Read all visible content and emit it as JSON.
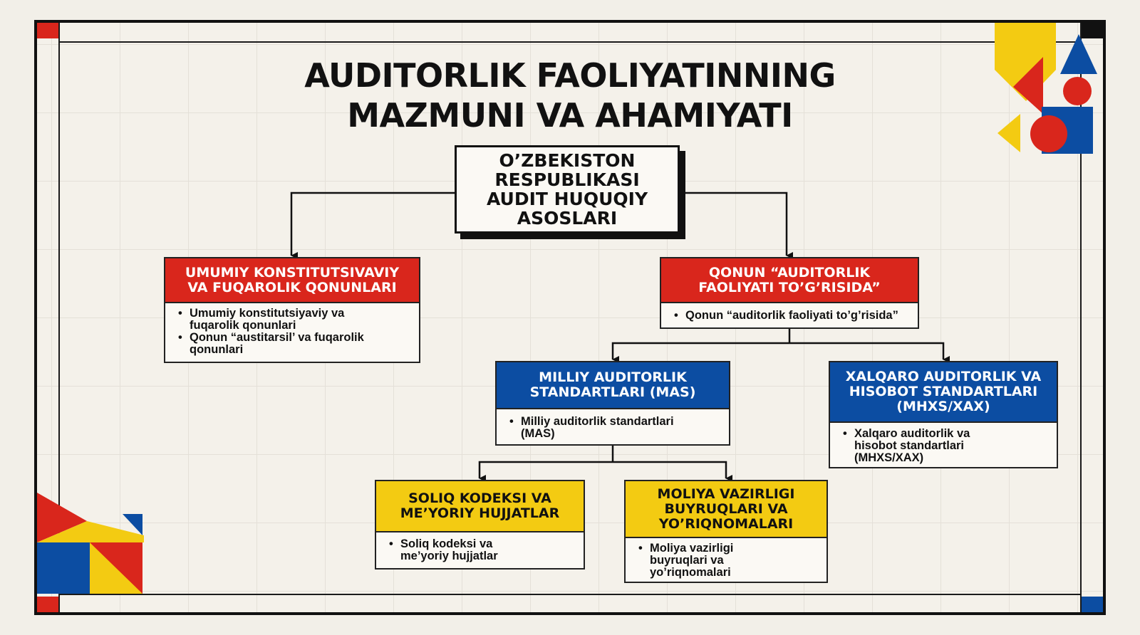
{
  "title": {
    "line1": "AUDITORLIK FAOLIYATINNING",
    "line2": "MAZMUNI VA AHAMIYATI"
  },
  "root": {
    "label": "O’ZBEKISTON\nRESPUBLIKASI\nAUDIT HUQUQIY\nASOSLARI"
  },
  "nodes": {
    "umumiy": {
      "header": "UMUMIY KONSTITUTSIVAVIY\nVA FUQAROLIK QONUNLARI",
      "bullets": [
        "Umumiy konstitutsiyaviy va\nfuqarolik qonunlari",
        "Qonun “austitarsil’ va fuqarolik\nqonunlari"
      ],
      "color": "#d9261c"
    },
    "qonun": {
      "header": "QONUN “AUDITORLIK\nFAOLIYATI TO’G’RISIDA”",
      "bullets": [
        "Qonun “auditorlik faoliyati to’g’risida”"
      ],
      "color": "#d9261c"
    },
    "milliy": {
      "header": "MILLIY AUDITORLIK\nSTANDARTLARI (MAS)",
      "bullets": [
        "Milliy auditorlik standartlari\n(MAS)"
      ],
      "color": "#0c4da2"
    },
    "xalqaro": {
      "header": "XALQARO AUDITORLIK VA\nHISOBOT STANDARTLARI\n(MHXS/XAX)",
      "bullets": [
        "Xalqaro auditorlik va\nhisobot standartlari\n(MHXS/XAX)"
      ],
      "color": "#0c4da2"
    },
    "soliq": {
      "header": "SOLIQ KODEKSI VA\nME’YORIY HUJJATLAR",
      "bullets": [
        "Soliq kodeksi va\nme’yoriy hujjatlar"
      ],
      "color": "#f3cb12"
    },
    "moliya": {
      "header": "MOLIYA VAZIRLIGI\nBUYRUQLARI VA\nYO’RIQNOMALARI",
      "bullets": [
        "Moliya vazirligi\nbuyruqlari va\nyo’riqnomalari"
      ],
      "color": "#f3cb12"
    }
  },
  "palette": {
    "red": "#d9261c",
    "blue": "#0c4da2",
    "yellow": "#f3cb12",
    "ink": "#111111",
    "paper": "#f4f1ea"
  }
}
